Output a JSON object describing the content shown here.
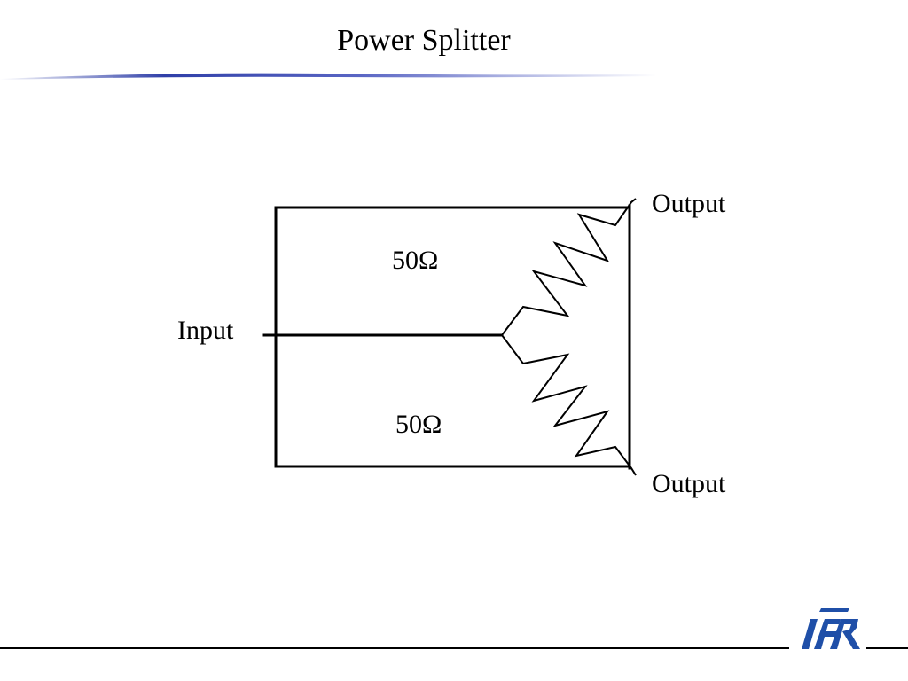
{
  "slide": {
    "title": "Power Splitter"
  },
  "diagram": {
    "input_label": "Input",
    "output_top_label": "Output",
    "output_bottom_label": "Output",
    "resistor_top_label": "50Ω",
    "resistor_bottom_label": "50Ω"
  },
  "logo": {
    "text": "IFR",
    "color": "#1f4fa8"
  },
  "colors": {
    "title_rule_accent": "#2f3fa8",
    "line": "#000000"
  }
}
